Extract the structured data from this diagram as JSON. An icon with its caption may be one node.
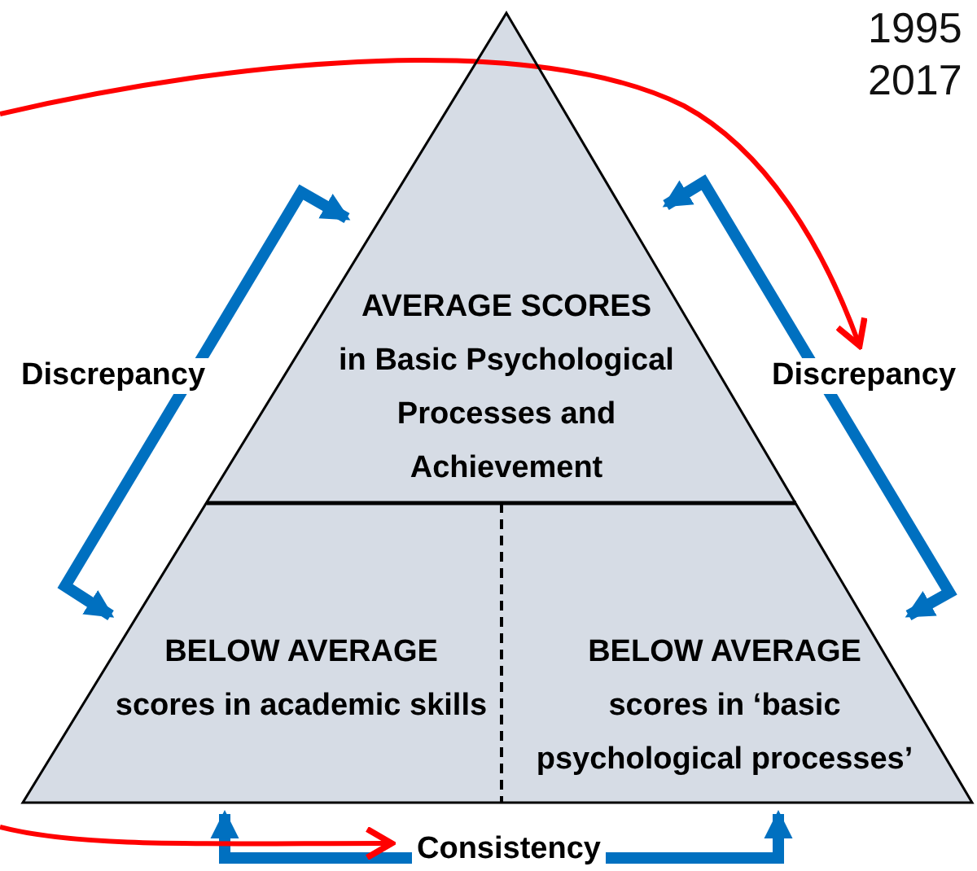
{
  "diagram": {
    "nodes": [
      {
        "text": [
          "AVERAGE SCORES",
          "in Basic Psychological Processes and Achievement"
        ]
      },
      {
        "text": [
          "BELOW AVERAGE",
          "scores in academic skills"
        ]
      },
      {
        "text": [
          "BELOW AVERAGE",
          "scores in ‘basic psychological processes’"
        ]
      }
    ],
    "edges": [
      {
        "from": 1,
        "to": 0,
        "arrow": "both",
        "label": "Discrepancy"
      },
      {
        "from": 2,
        "to": 0,
        "arrow": "both",
        "label": "Discrepancy"
      },
      {
        "from": 1,
        "to": 2,
        "arrow": "both",
        "label": "Consistency"
      }
    ],
    "labels": [
      "1995",
      "2017"
    ]
  }
}
